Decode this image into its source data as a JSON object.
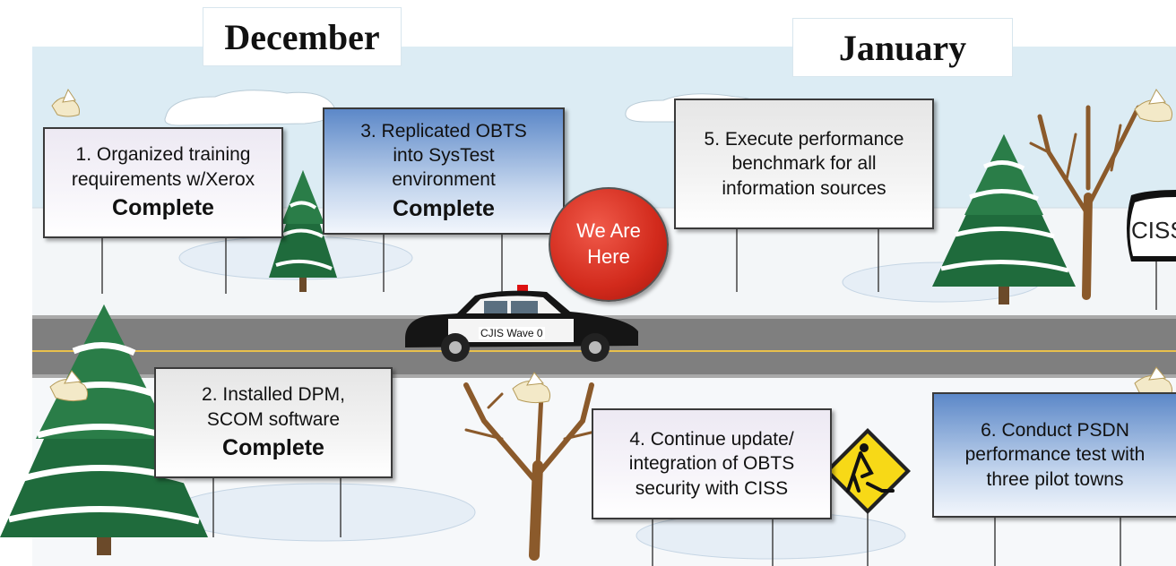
{
  "months": {
    "december": "December",
    "january": "January"
  },
  "signs": {
    "s1": {
      "line1": "1. Organized training",
      "line2": "requirements w/Xerox",
      "status": "Complete"
    },
    "s2": {
      "line1": "2. Installed DPM,",
      "line2": "SCOM software",
      "status": "Complete"
    },
    "s3": {
      "line1": "3. Replicated OBTS",
      "line2": "into SysTest",
      "line3": "environment",
      "status": "Complete"
    },
    "s4": {
      "line1": "4. Continue update/",
      "line2": "integration of OBTS",
      "line3": "security with CISS"
    },
    "s5": {
      "line1": "5. Execute performance",
      "line2": "benchmark for all",
      "line3": "information sources"
    },
    "s6": {
      "line1": "6. Conduct PSDN",
      "line2": "performance test with",
      "line3": "three pilot towns"
    }
  },
  "marker": {
    "line1": "We Are",
    "line2": "Here"
  },
  "car_label": "CJIS Wave 0",
  "road_sign": "CISS",
  "colors": {
    "sky": "#dcecf4",
    "ground": "#f4f6f8",
    "road": "#7f7f7f",
    "road_edge": "#a9a9a9",
    "center_line": "#e8c04c",
    "here_marker": "#d22a1c",
    "sign_blue": "#5c88c8",
    "warning_yellow": "#f7d917",
    "tree_green": "#1f6b3c",
    "bare_tree": "#8b5a2b"
  },
  "icons": [
    "dove-icon",
    "evergreen-tree-icon",
    "bare-tree-icon",
    "police-car-icon",
    "construction-worker-sign-icon",
    "ciss-road-sign-icon",
    "cloud-icon",
    "snow-drift-icon"
  ]
}
